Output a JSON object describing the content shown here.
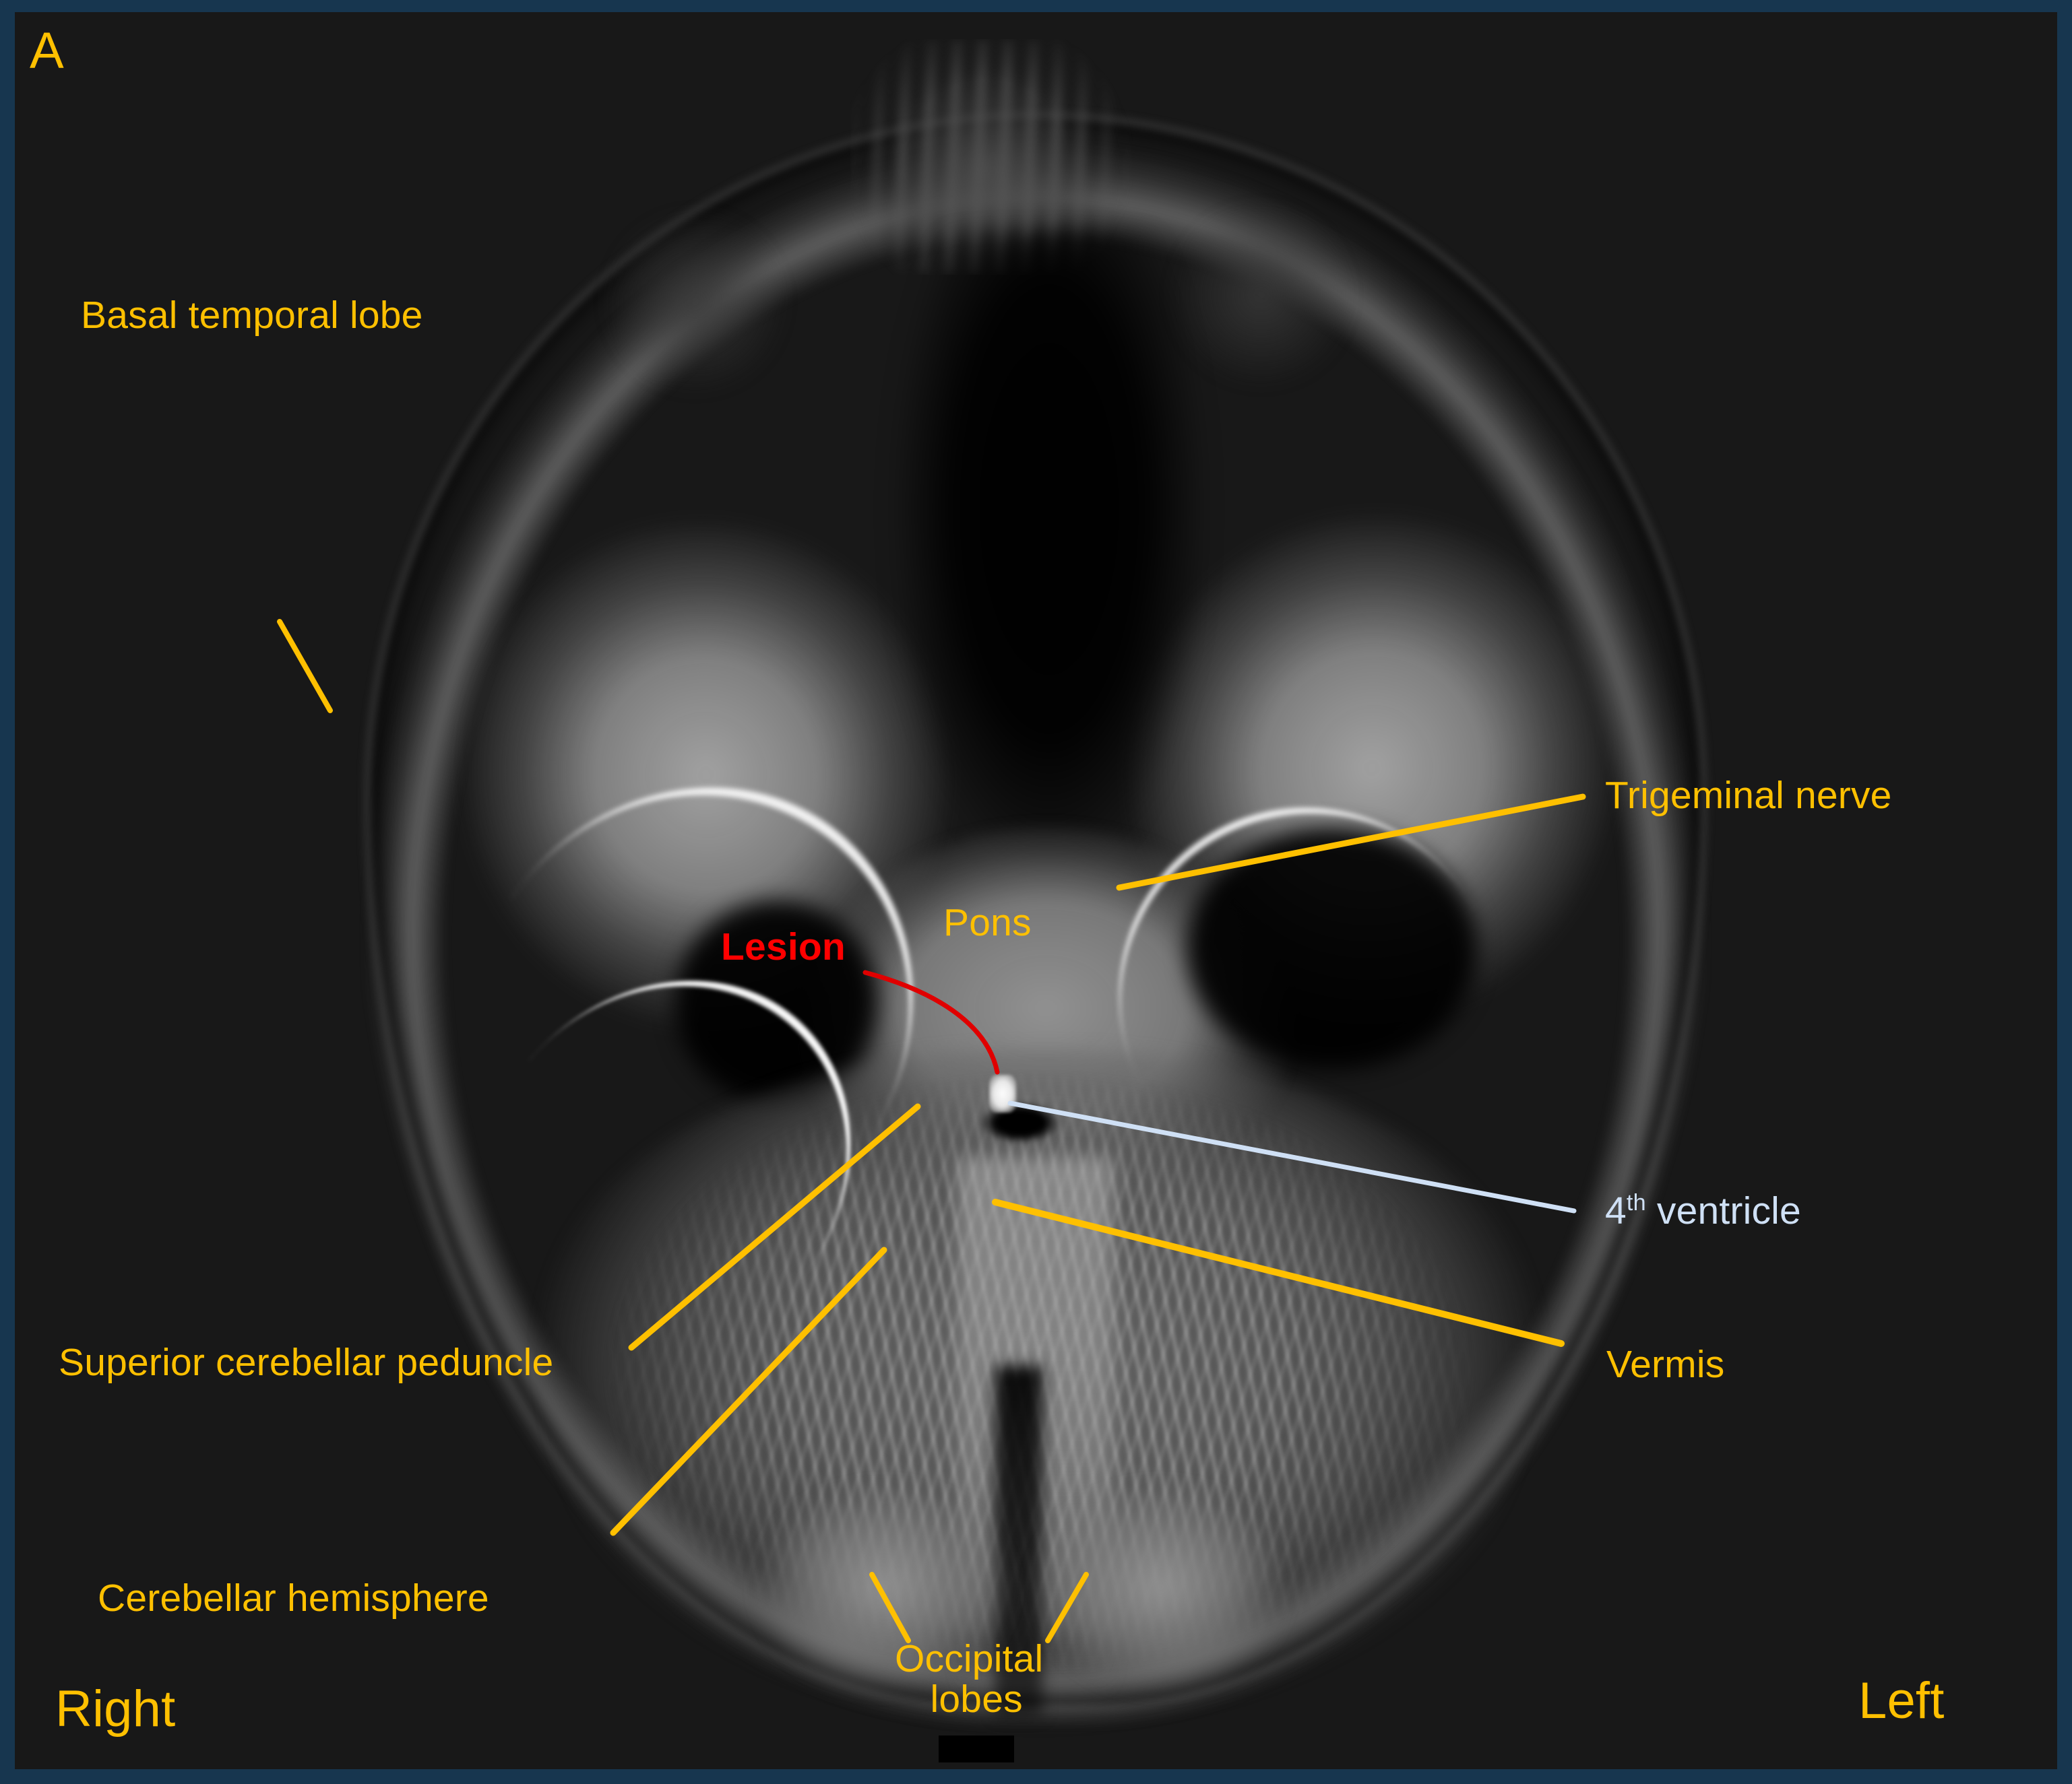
{
  "figure": {
    "panel_label": "A",
    "modality": "axial diffusion-weighted MRI of the posterior fossa",
    "frame_color": "#17364f",
    "plate_color": "#181818"
  },
  "colors": {
    "annotation_amber": "#ffc000",
    "lesion_red": "#ff0000",
    "ventricle_blue": "#cfe0f5",
    "frame_navy": "#17364f"
  },
  "orientation": {
    "right_label": "Right",
    "left_label": "Left"
  },
  "annotations": [
    {
      "id": "basal-temporal-lobe",
      "text": "Basal temporal lobe",
      "color": "#ffc000",
      "leader": "straight"
    },
    {
      "id": "trigeminal-nerve",
      "text": "Trigeminal nerve",
      "color": "#ffc000",
      "leader": "straight"
    },
    {
      "id": "pons",
      "text": "Pons",
      "color": "#ffc000",
      "leader": "none"
    },
    {
      "id": "lesion",
      "text": "Lesion",
      "color": "#ff0000",
      "leader": "curved"
    },
    {
      "id": "fourth-ventricle",
      "text": "4",
      "sup": "th",
      "text2": " ventricle",
      "color": "#cfe0f5",
      "leader": "straight"
    },
    {
      "id": "superior-cerebellar-peduncle",
      "text": "Superior cerebellar peduncle",
      "color": "#ffc000",
      "leader": "straight"
    },
    {
      "id": "vermis",
      "text": "Vermis",
      "color": "#ffc000",
      "leader": "straight"
    },
    {
      "id": "cerebellar-hemisphere",
      "text": "Cerebellar hemisphere",
      "color": "#ffc000",
      "leader": "straight"
    },
    {
      "id": "occipital-lobes",
      "text": "Occipital",
      "text2": "lobes",
      "color": "#ffc000",
      "leader": "double"
    }
  ],
  "labels": {
    "panel": "A",
    "basal_temporal_lobe": "Basal temporal lobe",
    "trigeminal_nerve": "Trigeminal nerve",
    "pons": "Pons",
    "lesion": "Lesion",
    "fourth_ventricle_number": "4",
    "fourth_ventricle_sup": "th",
    "fourth_ventricle_word": " ventricle",
    "superior_cerebellar_peduncle": "Superior cerebellar peduncle",
    "vermis": "Vermis",
    "cerebellar_hemisphere": "Cerebellar hemisphere",
    "occipital_line1": "Occipital",
    "occipital_line2": "lobes",
    "right": "Right",
    "left": "Left"
  }
}
